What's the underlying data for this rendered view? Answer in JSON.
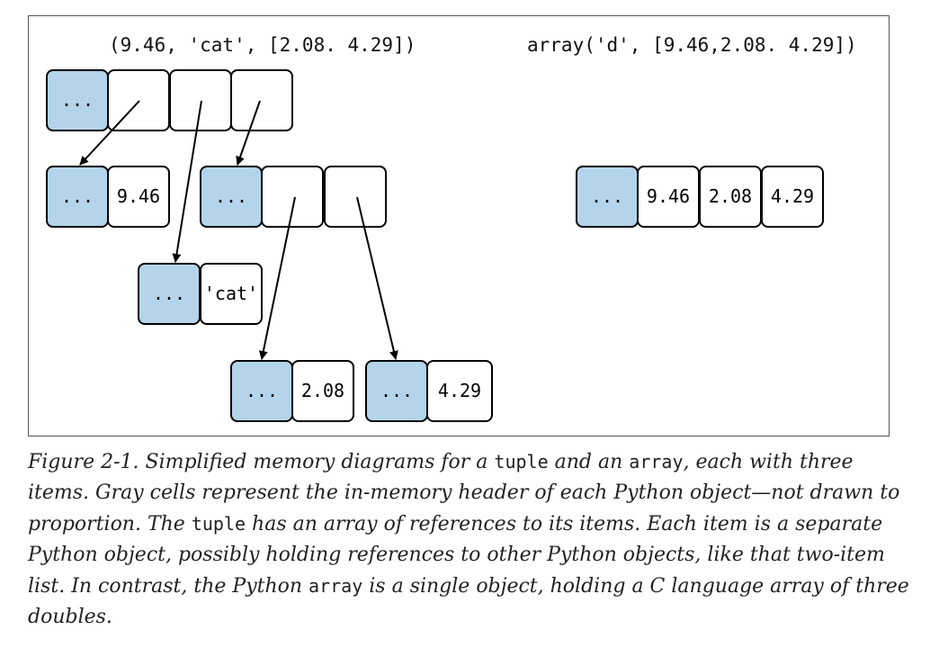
{
  "diagram": {
    "tuple_label": "(9.46, 'cat', [2.08. 4.29])",
    "array_label": "array('d', [9.46,2.08. 4.29])",
    "header_text": "...",
    "values": {
      "v946": "9.46",
      "cat": "'cat'",
      "v208": "2.08",
      "v429": "4.29"
    },
    "colors": {
      "header_fill": "#b3d4ea",
      "cell_fill": "#ffffff",
      "stroke": "#000000"
    }
  },
  "caption": {
    "p1": "Figure 2-1. Simplified memory diagrams for a ",
    "c1": "tuple",
    "p2": " and an ",
    "c2": "array",
    "p3": ", each with three items. Gray cells represent the in-memory header of each Python object—not drawn to proportion. The ",
    "c3": "tuple",
    "p4": " has an array of references to its items. Each item is a separate Python object, possibly holding references to other Python objects, like that two-item list. In contrast, the Python ",
    "c4": "array",
    "p5": " is a single object, holding a C language array of three doubles."
  }
}
